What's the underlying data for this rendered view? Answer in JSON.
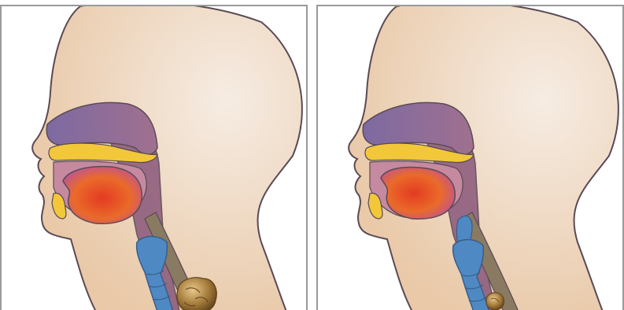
{
  "figure": {
    "panels": [
      {
        "id": "left",
        "object_size": "large"
      },
      {
        "id": "right",
        "object_size": "small"
      }
    ],
    "colors": {
      "skin": "#e9c9a8",
      "skin_highlight": "#f6ece3",
      "outline": "#5a4a55",
      "nasal_cavity": "#8a6f96",
      "palate": "#f2c73a",
      "tongue_center": "#e33b22",
      "tongue_edge": "#c0558f",
      "pharynx": "#8f5e7e",
      "airway": "#4f89c4",
      "esophagus": "#8a7a62",
      "object": "#a07838",
      "panel_border": "#9a9a9a"
    }
  }
}
